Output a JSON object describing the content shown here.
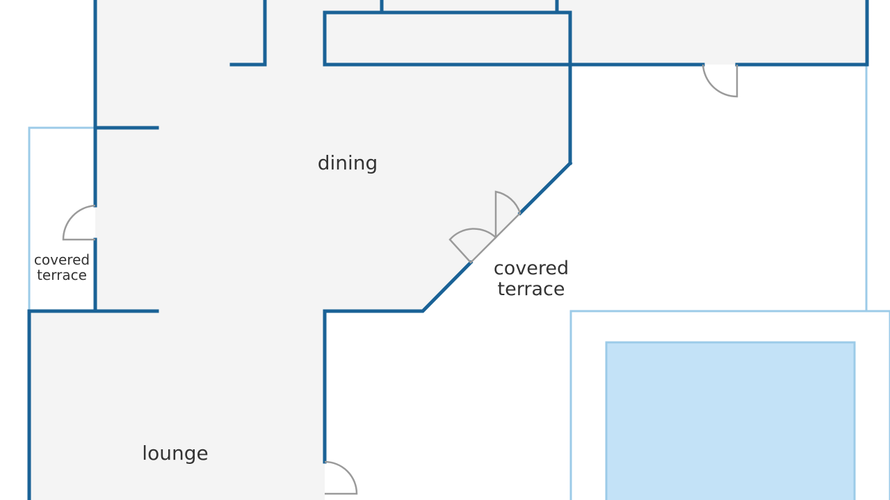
{
  "floorplan": {
    "rooms": {
      "dining": {
        "label": "dining"
      },
      "lounge": {
        "label": "lounge"
      },
      "covered_terrace_left": {
        "line1": "covered",
        "line2": "terrace"
      },
      "covered_terrace_right": {
        "line1": "covered",
        "line2": "terrace"
      }
    },
    "colors": {
      "wall": "#1a6296",
      "outline": "#9ccbe8",
      "floor": "#f4f4f4",
      "pool": "#c3e2f7",
      "door": "#9a9a9a"
    }
  }
}
